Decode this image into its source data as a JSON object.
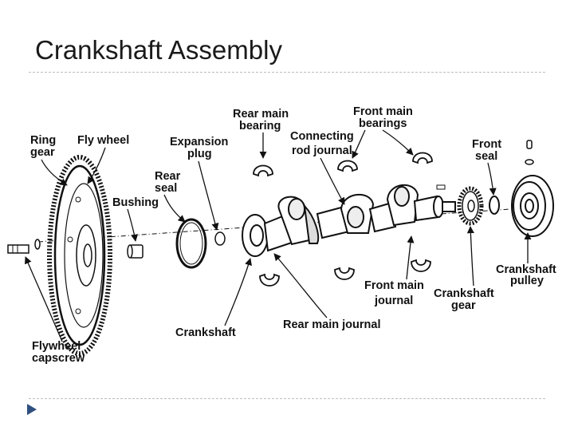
{
  "slide": {
    "title": "Crankshaft Assembly"
  },
  "colors": {
    "ink": "#111111",
    "rule": "#bdbdbd",
    "bullet": "#2f4f7f"
  },
  "labels": {
    "ring_gear": [
      "Ring",
      "gear"
    ],
    "fly_wheel": [
      "Fly wheel"
    ],
    "expansion_plug": [
      "Expansion",
      "plug"
    ],
    "rear_seal": [
      "Rear",
      "seal"
    ],
    "bushing": [
      "Bushing"
    ],
    "rear_main_bearing": [
      "Rear main",
      "bearing"
    ],
    "connecting_rod_journal": [
      "Connecting",
      "rod journal"
    ],
    "front_main_bearings": [
      "Front main",
      "bearings"
    ],
    "front_seal": [
      "Front",
      "seal"
    ],
    "crankshaft_pulley": [
      "Crankshaft",
      "pulley"
    ],
    "crankshaft_gear": [
      "Crankshaft",
      "gear"
    ],
    "front_main_journal": [
      "Front main",
      "journal"
    ],
    "rear_main_journal": [
      "Rear main journal"
    ],
    "crankshaft": [
      "Crankshaft"
    ],
    "flywheel_capscrew": [
      "Flywheel",
      "capscrew"
    ]
  },
  "icons": {
    "bullet": "triangle-bullet-icon"
  }
}
